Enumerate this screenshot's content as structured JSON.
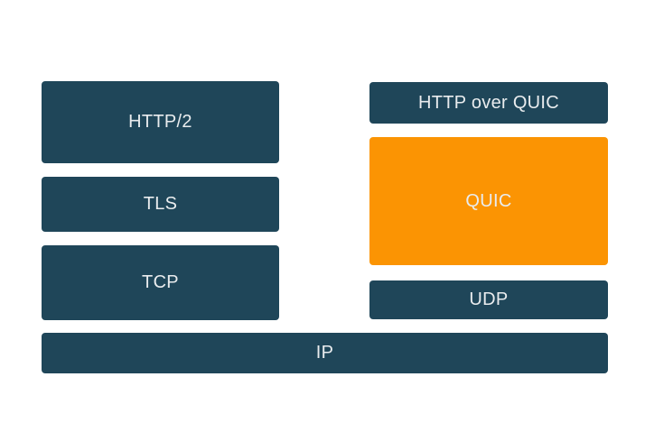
{
  "diagram": {
    "left_stack": [
      {
        "id": "http2",
        "label": "HTTP/2"
      },
      {
        "id": "tls",
        "label": "TLS"
      },
      {
        "id": "tcp",
        "label": "TCP"
      }
    ],
    "right_stack": [
      {
        "id": "http-over-quic",
        "label": "HTTP over QUIC"
      },
      {
        "id": "quic",
        "label": "QUIC",
        "highlighted": true
      },
      {
        "id": "udp",
        "label": "UDP"
      }
    ],
    "base_layer": {
      "id": "ip",
      "label": "IP"
    },
    "colors": {
      "box": "#1F4659",
      "highlight": "#FB9403",
      "text": "#E9ECEE",
      "background": "#FFFFFF"
    }
  }
}
